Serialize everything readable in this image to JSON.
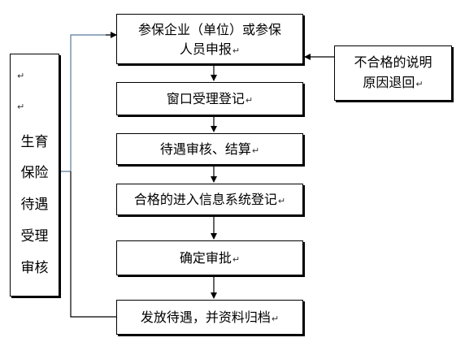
{
  "diagram": {
    "left_box": {
      "marks": [
        "↵",
        "↵"
      ],
      "lines": [
        "生育",
        "保险",
        "待遇",
        "受理",
        "审核"
      ]
    },
    "steps": [
      {
        "lines": [
          "参保企业（单位）或参保",
          "人员申报"
        ]
      },
      {
        "lines": [
          "窗口受理登记"
        ]
      },
      {
        "lines": [
          "待遇审核、结算"
        ]
      },
      {
        "lines": [
          "合格的进入信息系统登记"
        ]
      },
      {
        "lines": [
          "确定审批"
        ]
      },
      {
        "lines": [
          "发放待遇，并资料归档"
        ]
      }
    ],
    "reject_box": {
      "lines": [
        "不合格的说明",
        "原因退回"
      ]
    },
    "para_mark": "↵"
  }
}
